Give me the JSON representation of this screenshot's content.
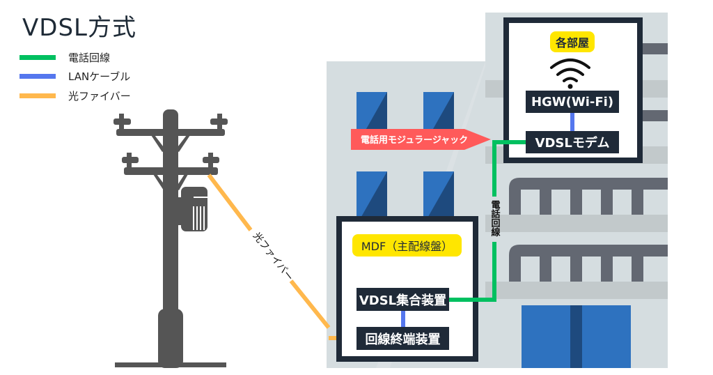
{
  "title": "VDSL方式",
  "legend": [
    {
      "label": "電話回線",
      "color": "#00c060"
    },
    {
      "label": "LANケーブル",
      "color": "#5577ee"
    },
    {
      "label": "光ファイバー",
      "color": "#ffb84d"
    }
  ],
  "labels": {
    "fiber_line": "光ファイバー",
    "phone_line": "電話回線",
    "modular_jack": "電話用モジュラージャック",
    "room_tag": "各部屋",
    "hgw": "HGW(Wi-Fi)",
    "vdsl_modem": "VDSLモデム",
    "mdf_tag": "MDF（主配線盤）",
    "vdsl_concentrator": "VDSL集合装置",
    "onu": "回線終端装置"
  },
  "colors": {
    "phone": "#00c060",
    "lan": "#5577ee",
    "fiber": "#ffb84d",
    "jack": "#ff5a5a",
    "dark": "#1f2a38",
    "tag": "#ffe600",
    "pole": "#555555",
    "building": "#d5dde0",
    "window": "#2e72bf",
    "window_dark": "#1e4a7e"
  }
}
